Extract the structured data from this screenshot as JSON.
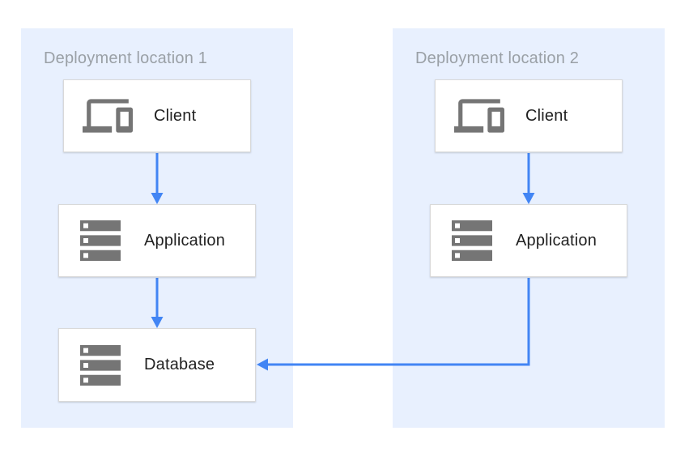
{
  "diagram": {
    "locations": [
      {
        "title": "Deployment location 1",
        "nodes": [
          {
            "id": "client-1",
            "label": "Client",
            "icon": "devices-icon"
          },
          {
            "id": "application-1",
            "label": "Application",
            "icon": "server-stack-icon"
          },
          {
            "id": "database-1",
            "label": "Database",
            "icon": "server-stack-icon"
          }
        ]
      },
      {
        "title": "Deployment location 2",
        "nodes": [
          {
            "id": "client-2",
            "label": "Client",
            "icon": "devices-icon"
          },
          {
            "id": "application-2",
            "label": "Application",
            "icon": "server-stack-icon"
          }
        ]
      }
    ],
    "edges": [
      {
        "from": "client-1",
        "to": "application-1"
      },
      {
        "from": "application-1",
        "to": "database-1"
      },
      {
        "from": "client-2",
        "to": "application-2"
      },
      {
        "from": "application-2",
        "to": "database-1"
      }
    ],
    "colors": {
      "panel_bg": "#e8f0fe",
      "node_bg": "#ffffff",
      "node_border": "#d9d9d9",
      "arrow": "#4285f4",
      "icon_gray": "#757575",
      "label_text": "#212121",
      "title_text": "#9aa0a6",
      "page_bg": "#ffffff"
    }
  }
}
